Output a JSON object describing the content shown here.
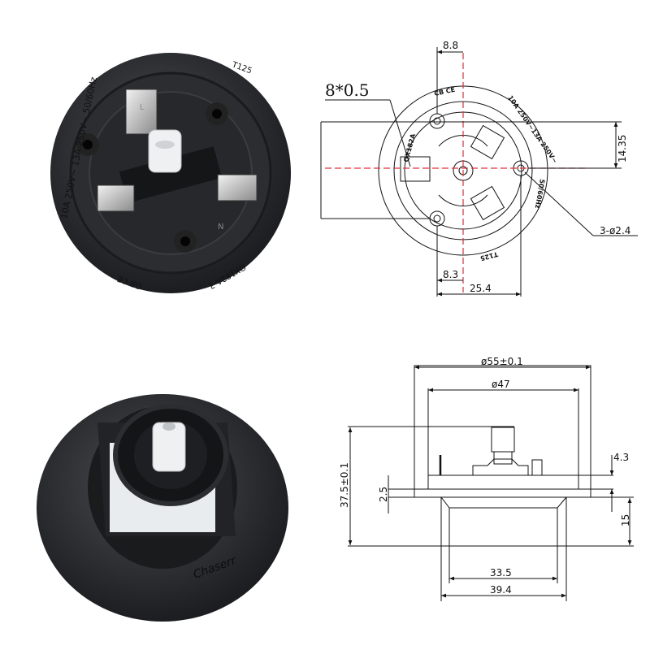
{
  "top_photo": {
    "markings": [
      "10A 250V~ 13A 250V~ 50/60Hz",
      "T125",
      "QX182A-3",
      "GB CE",
      "L",
      "N"
    ]
  },
  "bottom_photo": {
    "brand": "Chaserr"
  },
  "top_drawing": {
    "wire_label": "8*0.5",
    "dim_top": "8.8",
    "dim_right": "14.35",
    "holes": "3-ø2.4",
    "dim_bottom_small": "8.3",
    "dim_bottom": "25.4",
    "part_no": "QX182A",
    "rating": "10A 250V~13A 250V~",
    "freq": "50/60Hz",
    "temp": "T125",
    "certs": "CB CE"
  },
  "side_drawing": {
    "outer_diameter": "ø55±0.1",
    "inner_diameter": "ø47",
    "height": "37.5±0.1",
    "flange": "2.5",
    "terminal": "4.3",
    "base_height": "15",
    "base_inner": "33.5",
    "base_outer": "39.4"
  }
}
